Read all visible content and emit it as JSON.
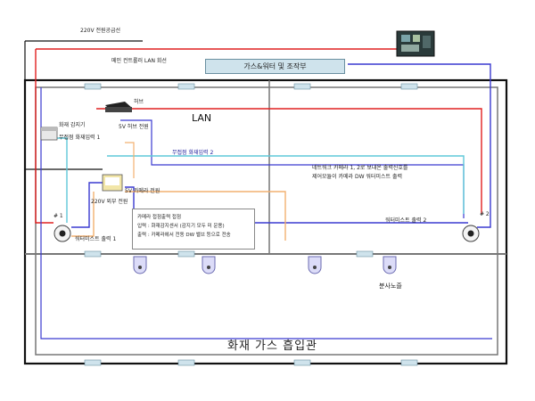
{
  "labels": {
    "power_supply": "220V 전원공급선",
    "main_cable": "메인 컨트롤러 LAN 회선",
    "control_panel": "가스&워터 및 조작부",
    "hub": "허브",
    "hub_power": "5V 허브 전원",
    "lan": "LAN",
    "fire_detector": "화재 감지기",
    "fire_output_1": "무접점 화재입력 1",
    "fire_output_2": "무접점 화재입력 2",
    "camera_power_5v": "5V 카메라 전원",
    "camera_power_220v": "220V 외부 전원",
    "network_camera_note_1": "네트워크 카메라 1, 2로 보내온 출력신호를",
    "network_camera_note_2": "제어모듈이 카메라 DW 워터미스트 출력",
    "mist_output_1": "워터미스트 출력 1",
    "mist_output_2": "워터미스트 출력 2",
    "node_1": "# 1",
    "node_2": "# 2",
    "nozzle_label": "분사노즐",
    "bottom_label": "화재 가스 흡입관"
  },
  "info_box": {
    "line1": "카메라 접점출력 접점",
    "line2": "입력 : 화재감지센서 (감지기 모두 미 운용)",
    "line3": "출력 : 카메라에서 전동 DW 밸브 등으로 전송"
  },
  "colors": {
    "red_line": "#e02020",
    "blue_line": "#3a3ad0",
    "cyan_line": "#5fc8d8",
    "orange_line": "#f2b070",
    "black_line": "#111111",
    "gray_pipe": "#777777"
  }
}
